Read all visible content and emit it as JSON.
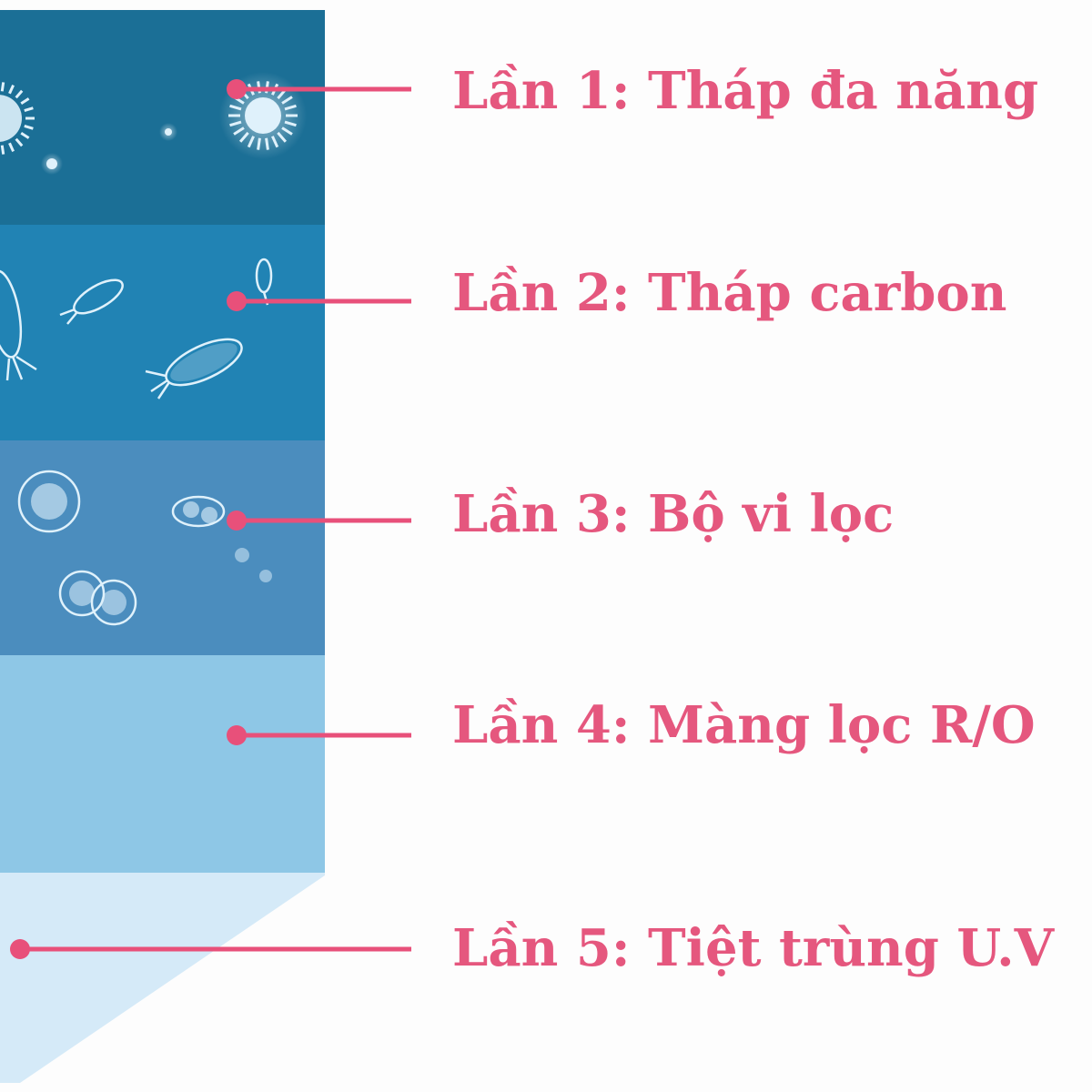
{
  "diagram": {
    "stages": [
      {
        "label": "Lần 1: Tháp đa năng"
      },
      {
        "label": "Lần 2: Tháp carbon"
      },
      {
        "label": "Lần 3: Bộ vi lọc"
      },
      {
        "label": "Lần 4: Màng lọc R/O"
      },
      {
        "label": "Lần 5: Tiệt trùng U.V"
      }
    ],
    "colors": {
      "label": "#e5577e",
      "connector": "#e8507a",
      "layer_1": "#1b6f96",
      "layer_2": "#2183b4",
      "layer_3": "#4b8dbe",
      "layer_4": "#8ec7e6",
      "layer_5": "#d5eaf8",
      "particle": "#dff1fb"
    }
  }
}
